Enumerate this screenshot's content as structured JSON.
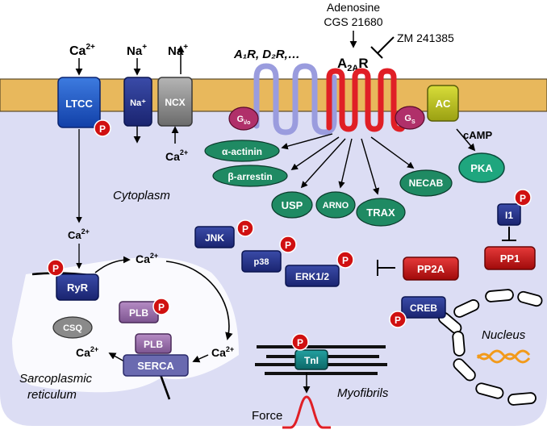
{
  "adenosine": {
    "line1": "Adenosine",
    "line2": "CGS 21680"
  },
  "antagonist": "ZM 241385",
  "receptors": {
    "a1r_d2r": "A₁R, D₂R,…",
    "a2ar_main": "A",
    "a2ar_sub": "2A",
    "a2ar_end": "R"
  },
  "calcium": {
    "main": "Ca",
    "sup": "2+"
  },
  "sodium": {
    "main": "Na",
    "sup": "+"
  },
  "channels": {
    "ltcc": "LTCC",
    "na": "Na⁺",
    "ncx": "NCX"
  },
  "gproteins": {
    "gio_main": "G",
    "gio_sub": "i/o",
    "gs_main": "G",
    "gs_sub": "S"
  },
  "ac": "AC",
  "camp": "cAMP",
  "pka": "PKA",
  "phospho": "P",
  "partners": [
    "α-actinin",
    "β-arrestin",
    "USP",
    "ARNO",
    "TRAX",
    "NECAB"
  ],
  "cytoplasm": "Cytoplasm",
  "kinases": {
    "jnk": "JNK",
    "p38": "p38",
    "erk": "ERK1/2"
  },
  "phosphatases": {
    "pp2a": "PP2A",
    "pp1": "PP1",
    "i1": "I1"
  },
  "creb": "CREB",
  "nucleus": "Nucleus",
  "sr": {
    "ryr": "RyR",
    "csq": "CSQ",
    "plb": "PLB",
    "serca": "SERCA",
    "line1": "Sarcoplasmic",
    "line2": "reticulum"
  },
  "myofibrils": {
    "tni": "TnI",
    "label": "Myofibrils",
    "force": "Force"
  },
  "colors": {
    "membrane": "#E8B85C",
    "cell": "#DCDDF4",
    "a2ar": "#E01F26",
    "a1r": "#9A9CDE",
    "pill": "#1F8A63",
    "navy": "#1E2F7E",
    "red": "#D01010"
  }
}
